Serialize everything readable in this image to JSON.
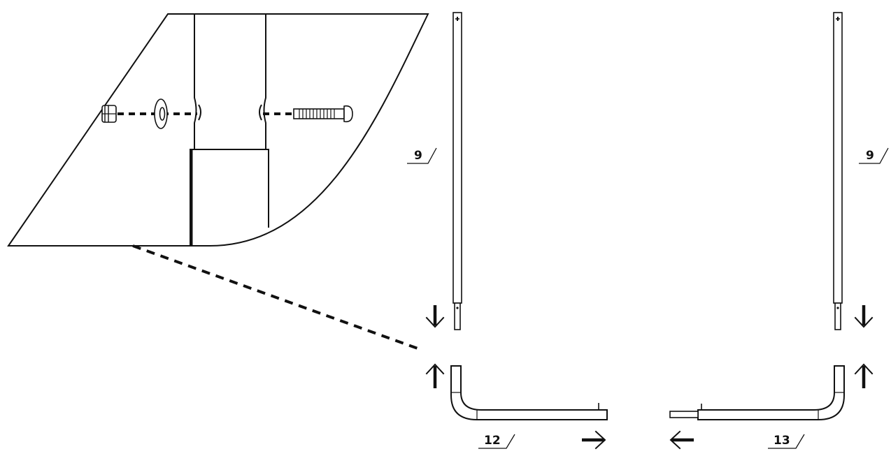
{
  "part_labels": {
    "left_post": "9",
    "right_post": "9",
    "left_base": "12",
    "right_base": "13"
  },
  "icons": {
    "arrow_down_left": "arrow-down-icon",
    "arrow_up_left": "arrow-up-icon",
    "arrow_down_right": "arrow-down-icon",
    "arrow_up_right": "arrow-up-icon",
    "arrow_right_bottom": "arrow-right-icon",
    "arrow_left_bottom": "arrow-left-icon",
    "nut": "nut-icon",
    "washer": "washer-icon",
    "bolt": "bolt-icon"
  }
}
